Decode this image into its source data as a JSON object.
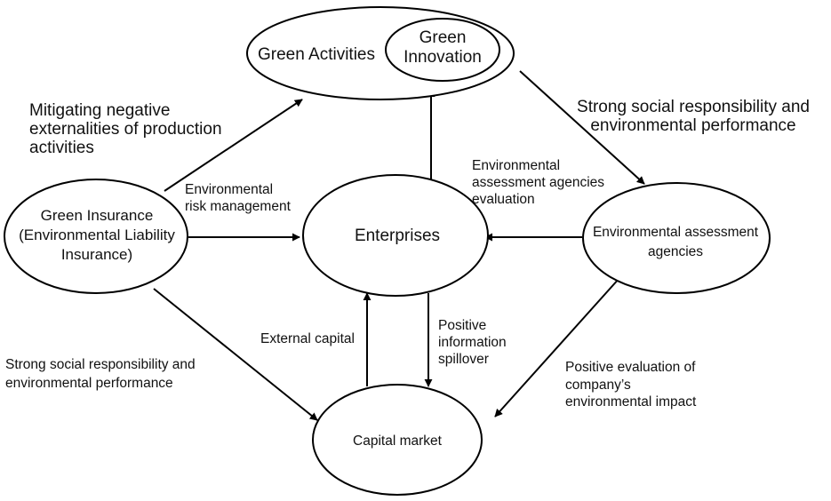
{
  "nodes": {
    "green_activities": "Green Activities",
    "green_innovation": [
      "Green",
      "Innovation"
    ],
    "green_insurance": [
      "Green Insurance",
      "(Environmental Liability",
      "Insurance)"
    ],
    "enterprises": "Enterprises",
    "env_agencies": [
      "Environmental assessment",
      "agencies"
    ],
    "capital_market": "Capital market"
  },
  "edge_labels": {
    "mitigating": [
      "Mitigating negative",
      "externalities of production",
      "activities"
    ],
    "strong_top_right": [
      "Strong social responsibility and",
      "environmental performance"
    ],
    "risk_management": [
      "Environmental",
      "risk management"
    ],
    "agency_evaluation": [
      "Environmental",
      "assessment agencies",
      "evaluation"
    ],
    "strong_bottom_left": [
      "Strong social responsibility and",
      "environmental performance"
    ],
    "external_capital": "External capital",
    "positive_spillover": [
      "Positive",
      "information",
      "spillover"
    ],
    "positive_evaluation": [
      "Positive evaluation of",
      "company’s",
      "environmental impact"
    ]
  },
  "colors": {
    "stroke": "#000000",
    "text": "#111111",
    "background": "#ffffff"
  }
}
